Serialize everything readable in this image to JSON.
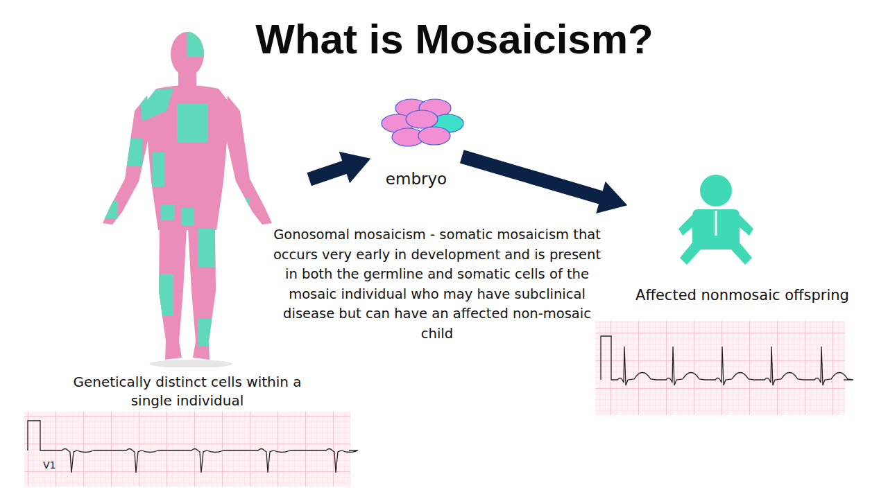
{
  "diagram": {
    "title": "What is Mosaicism?",
    "nodes": [
      {
        "text": [
          "Genetically distinct cells within a single individual"
        ]
      },
      {
        "text": [
          "embryo"
        ]
      },
      {
        "text": [
          "Affected nonmosaic offspring"
        ]
      }
    ],
    "edges": [
      {
        "from": 0,
        "to": 1,
        "arrow": "to"
      },
      {
        "from": 1,
        "to": 2,
        "arrow": "to"
      }
    ],
    "labels": [
      "Gonosomal mosaicism - somatic mosaicism that occurs very early in development and is present in both the germline and somatic cells of the mosaic individual who may have subclinical disease but can have an affected non-mosaic child",
      "V1"
    ]
  }
}
